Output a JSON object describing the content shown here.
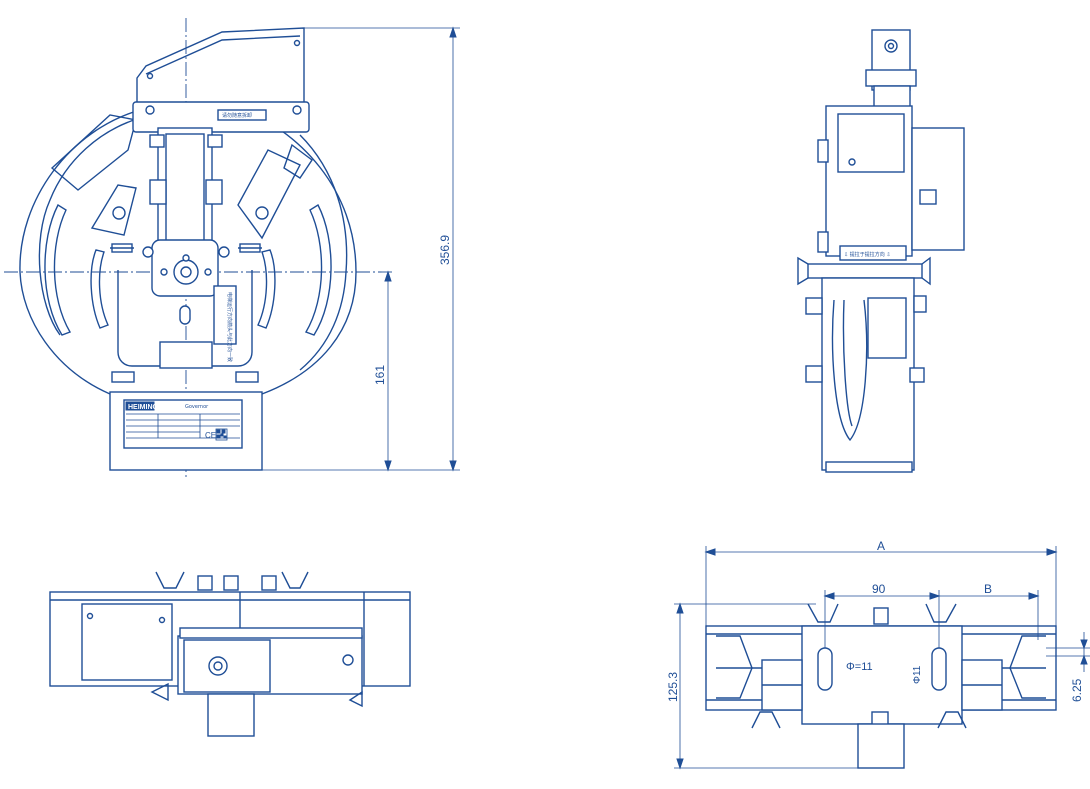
{
  "front_view": {
    "dimension_overall_height": "356.9",
    "dimension_center_height": "161",
    "label_strip_text": "请勿随意拆卸",
    "vertical_note_text": "电梯运行方向箭头与此方向一致",
    "nameplate": {
      "brand": "HEIMING",
      "product_name": "Governor",
      "certification_mark": "CE"
    }
  },
  "side_view": {
    "label_text": "⇩ 提拉于提拉方向 ⇩"
  },
  "top_view": {
    "dimension_a": "A",
    "dimension_spacing": "90",
    "dimension_b": "B",
    "dimension_depth": "125.3",
    "dimension_offset": "6.25",
    "rope_label": "Φ=11",
    "marking": "Φ11"
  }
}
